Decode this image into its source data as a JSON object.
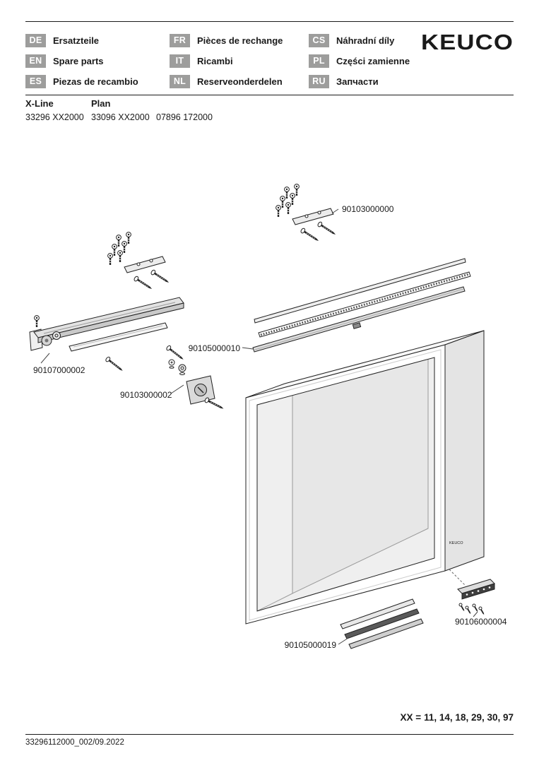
{
  "header": {
    "brand": "KEUCO",
    "languages": [
      {
        "code": "DE",
        "label": "Ersatzteile"
      },
      {
        "code": "FR",
        "label": "Pièces de rechange"
      },
      {
        "code": "CS",
        "label": "Náhradní díly"
      },
      {
        "code": "EN",
        "label": "Spare parts"
      },
      {
        "code": "IT",
        "label": "Ricambi"
      },
      {
        "code": "PL",
        "label": "Części zamienne"
      },
      {
        "code": "ES",
        "label": "Piezas de recambio"
      },
      {
        "code": "NL",
        "label": "Reserveonderdelen"
      },
      {
        "code": "RU",
        "label": "Запчасти"
      }
    ]
  },
  "product": {
    "series_names": [
      "X-Line",
      "Plan"
    ],
    "article_numbers": [
      "33296 XX2000",
      "33096 XX2000",
      "07896 172000"
    ]
  },
  "diagram": {
    "parts": [
      {
        "id": "90103000000"
      },
      {
        "id": "90105000010"
      },
      {
        "id": "90107000002"
      },
      {
        "id": "90103000002"
      },
      {
        "id": "90106000004"
      },
      {
        "id": "90105000019"
      }
    ],
    "brand_mark": "KEUCO"
  },
  "variants": {
    "prefix": "XX =",
    "values": "11, 14, 18, 29, 30, 97"
  },
  "footer": {
    "document_code": "33296112000_002/09.2022"
  },
  "colors": {
    "ink": "#1a1a1a",
    "badge_gray": "#9d9d9c",
    "shade_light": "#ececec",
    "shade_dark": "#3f3f3f"
  }
}
